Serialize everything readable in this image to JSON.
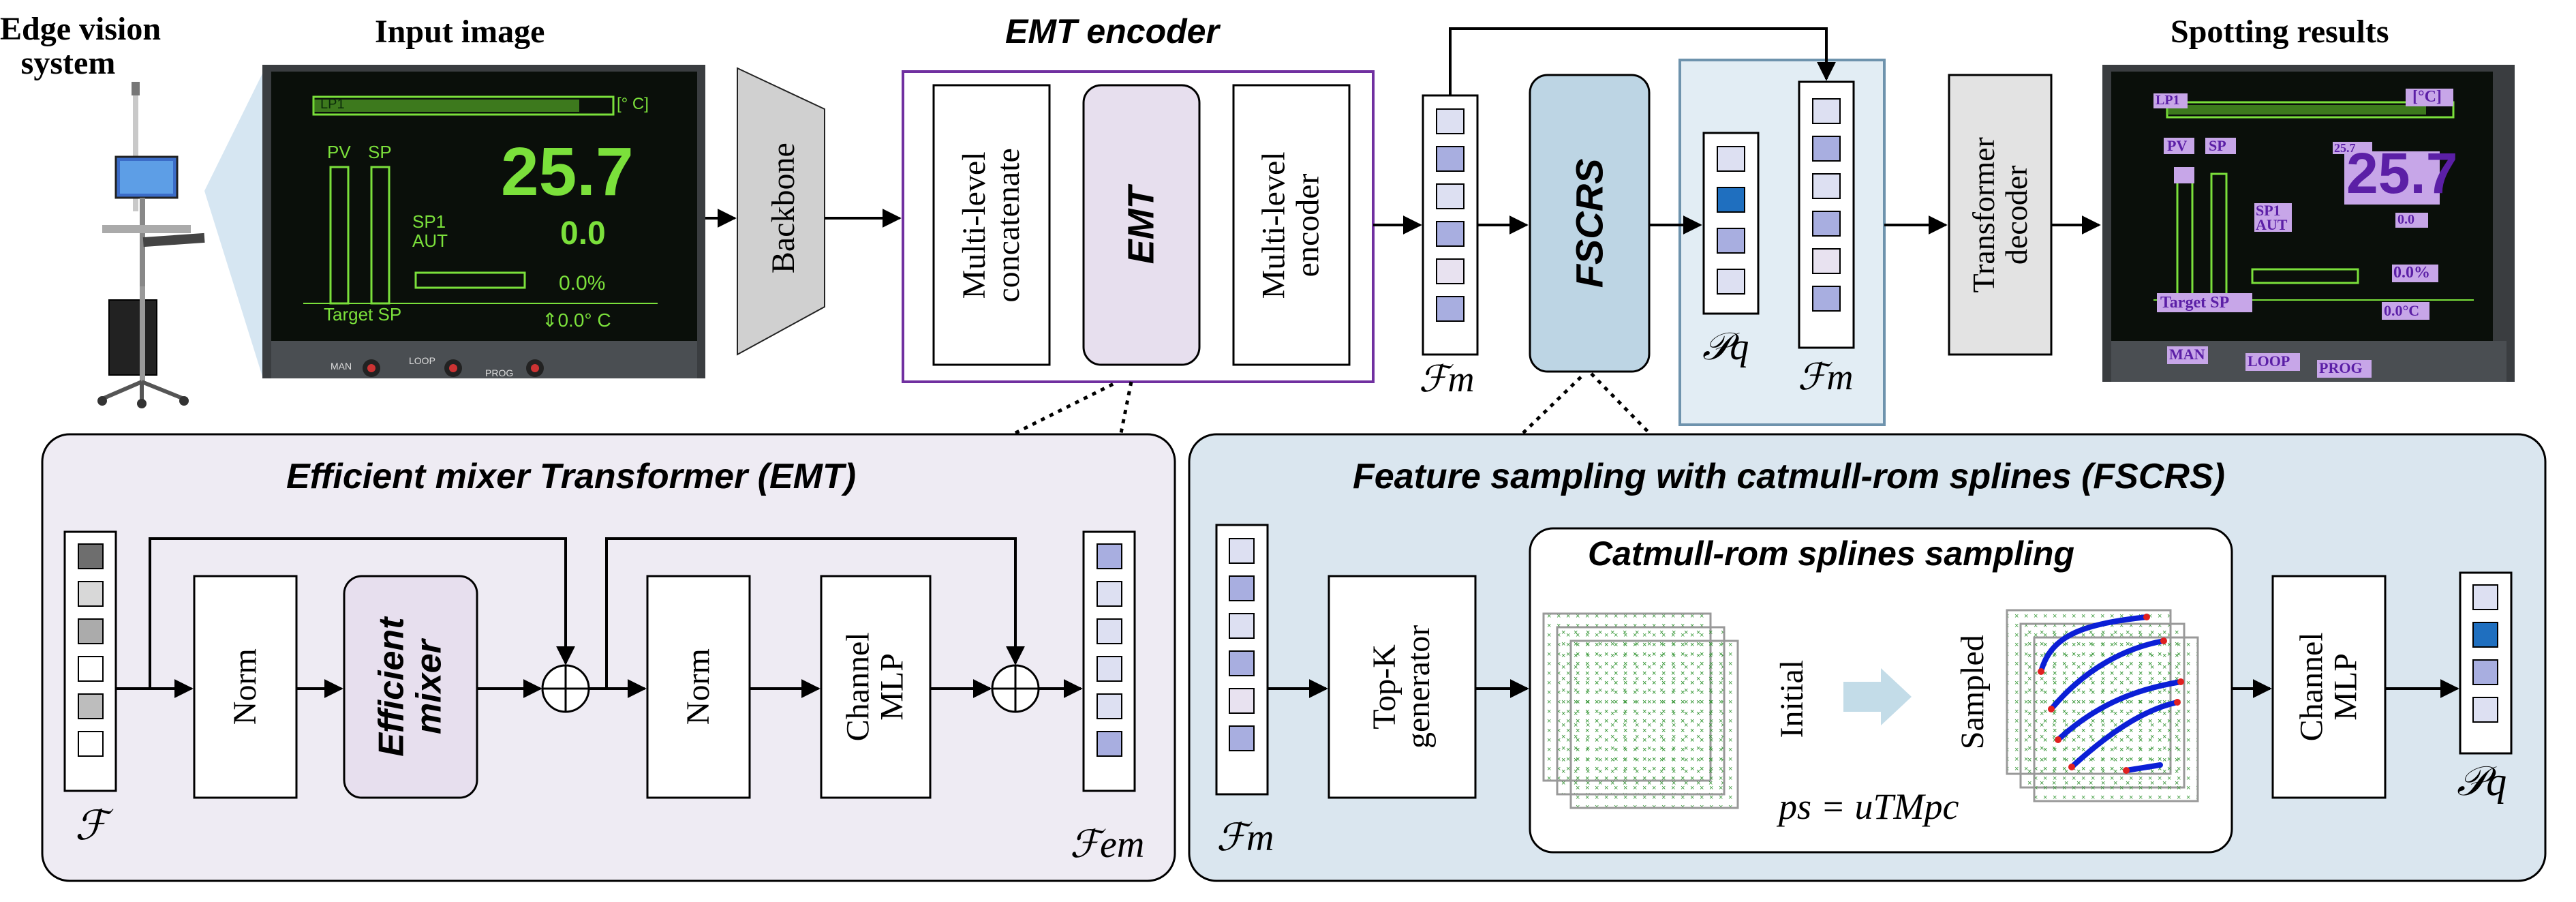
{
  "top": {
    "edge_vision": [
      "Edge vision",
      "system"
    ],
    "input_image": "Input image",
    "backbone": "Backbone",
    "emt_encoder_title": "EMT encoder",
    "multi_level_concatenate": [
      "Multi-level",
      "concatenate"
    ],
    "emt": "EMT",
    "multi_level_encoder": [
      "Multi-level",
      "encoder"
    ],
    "fscrs": "FSCRS",
    "transformer_decoder": [
      "Transformer",
      "decoder"
    ],
    "spotting_results": "Spotting results",
    "F_m": "ℱm",
    "P_q": "𝒫q"
  },
  "monitor": {
    "channel": "LP1",
    "unit": "[° C]",
    "pv": "PV",
    "sp": "SP",
    "value_main": "25.7",
    "value_sp": "0.0",
    "sp1": "SP1",
    "aut": "AUT",
    "percent": "0.0%",
    "target_sp": "Target SP",
    "target_value": "⇕0.0° C",
    "btn_man": "MAN",
    "btn_loop": "LOOP",
    "btn_prog": "PROG"
  },
  "spotting": {
    "lp1": "LP1",
    "unit": "[°C]",
    "value": "25.7",
    "pv": "PV",
    "sp": "SP",
    "small_value": "25.7",
    "sp1": "SP1",
    "aut": "AUT",
    "zero": "0.0",
    "percent": "0.0%",
    "target_sp": "Target SP",
    "zero_c": "0.0°C",
    "man": "MAN",
    "loop": "LOOP",
    "prog": "PROG"
  },
  "emt_panel": {
    "title": "Efficient mixer Transformer (EMT)",
    "norm1": "Norm",
    "efficient_mixer": [
      "Efficient",
      "mixer"
    ],
    "norm2": "Norm",
    "channel_mlp": [
      "Channel",
      "MLP"
    ],
    "F": "ℱ",
    "F_em": "ℱem"
  },
  "fscrs_panel": {
    "title": "Feature sampling with  catmull-rom splines (FSCRS)",
    "sampling_title": "Catmull-rom splines sampling",
    "topk": [
      "Top-K",
      "generator"
    ],
    "initial": "Initial",
    "sampled": "Sampled",
    "formula": "ps = uTMpc",
    "channel_mlp": [
      "Channel",
      "MLP"
    ],
    "F_m": "ℱm",
    "P_q": "𝒫q"
  },
  "colors": {
    "purple_border": "#7030a0",
    "emt_fill": "#e7dfee",
    "panel_purple": "#eeebf3",
    "panel_blue": "#dae6ef",
    "fscrs_fill": "#bdd5e4",
    "feature_dark": "#1f6fbf",
    "feature_mid": "#a8aee0",
    "feature_light": "#dde0f2",
    "screen_green": "#7be03b",
    "spot_purple": "#c7a6e8"
  }
}
